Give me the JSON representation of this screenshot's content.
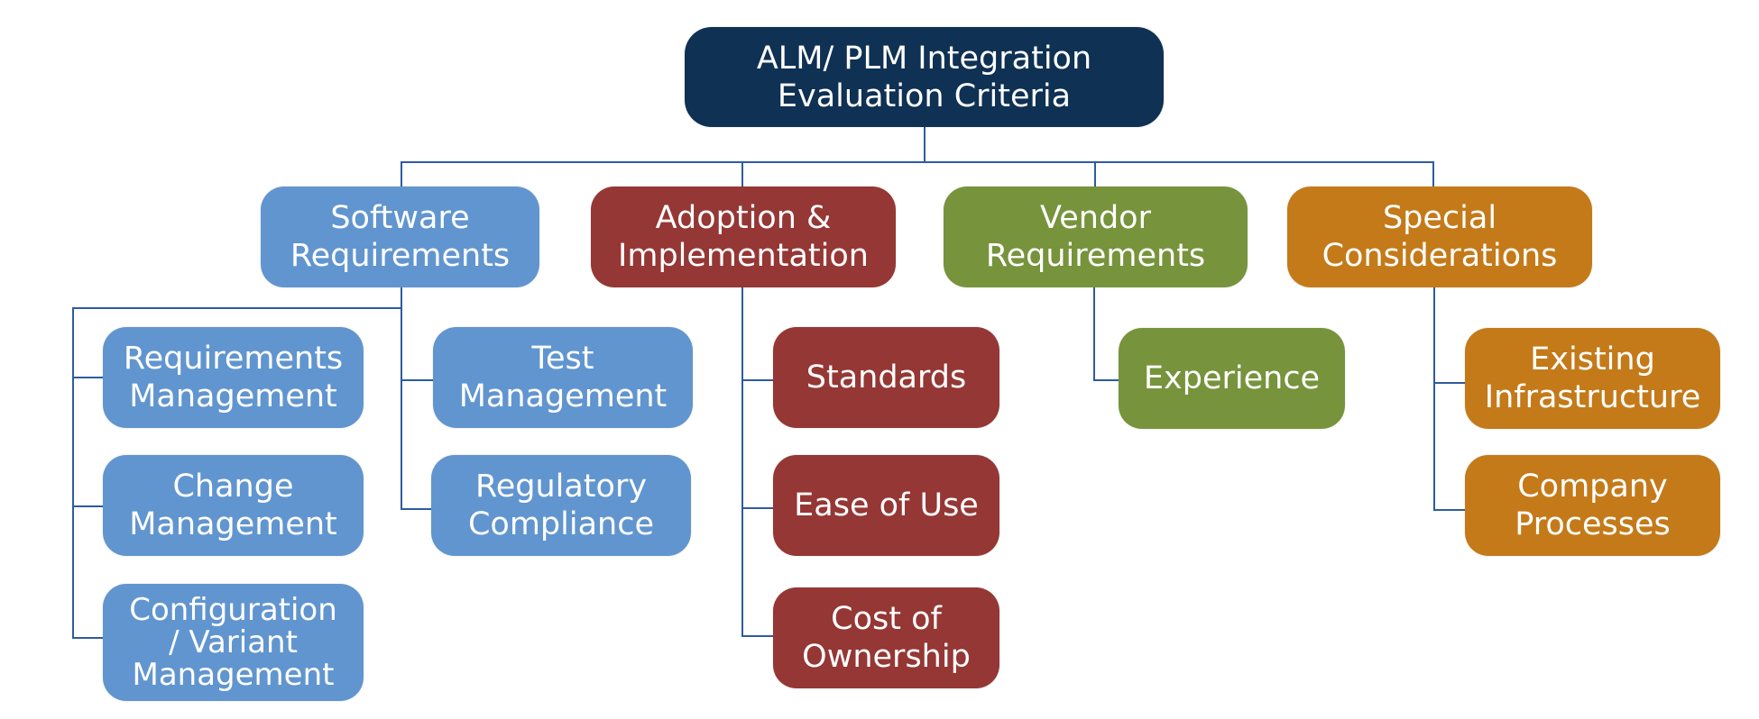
{
  "diagram": {
    "root": {
      "label_lines": [
        "ALM/ PLM Integration",
        "Evaluation Criteria"
      ],
      "color": "#0F3153"
    },
    "connector_color": "#2E5C9E",
    "categories": [
      {
        "id": "software",
        "label_lines": [
          "Software",
          "Requirements"
        ],
        "color": "#6195CF",
        "children": [
          {
            "label_lines": [
              "Requirements",
              "Management"
            ]
          },
          {
            "label_lines": [
              "Change",
              "Management"
            ]
          },
          {
            "label_lines": [
              "Configuration",
              "/ Variant",
              "Management"
            ]
          },
          {
            "label_lines": [
              "Test",
              "Management"
            ]
          },
          {
            "label_lines": [
              "Regulatory",
              "Compliance"
            ]
          }
        ]
      },
      {
        "id": "adoption",
        "label_lines": [
          "Adoption &",
          "Implementation"
        ],
        "color": "#953735",
        "children": [
          {
            "label_lines": [
              "Standards"
            ]
          },
          {
            "label_lines": [
              "Ease of Use"
            ]
          },
          {
            "label_lines": [
              "Cost of",
              "Ownership"
            ]
          }
        ]
      },
      {
        "id": "vendor",
        "label_lines": [
          "Vendor",
          "Requirements"
        ],
        "color": "#77933C",
        "children": [
          {
            "label_lines": [
              "Experience"
            ]
          }
        ]
      },
      {
        "id": "special",
        "label_lines": [
          "Special",
          "Considerations"
        ],
        "color": "#C47A19",
        "children": [
          {
            "label_lines": [
              "Existing",
              "Infrastructure"
            ]
          },
          {
            "label_lines": [
              "Company",
              "Processes"
            ]
          }
        ]
      }
    ]
  }
}
